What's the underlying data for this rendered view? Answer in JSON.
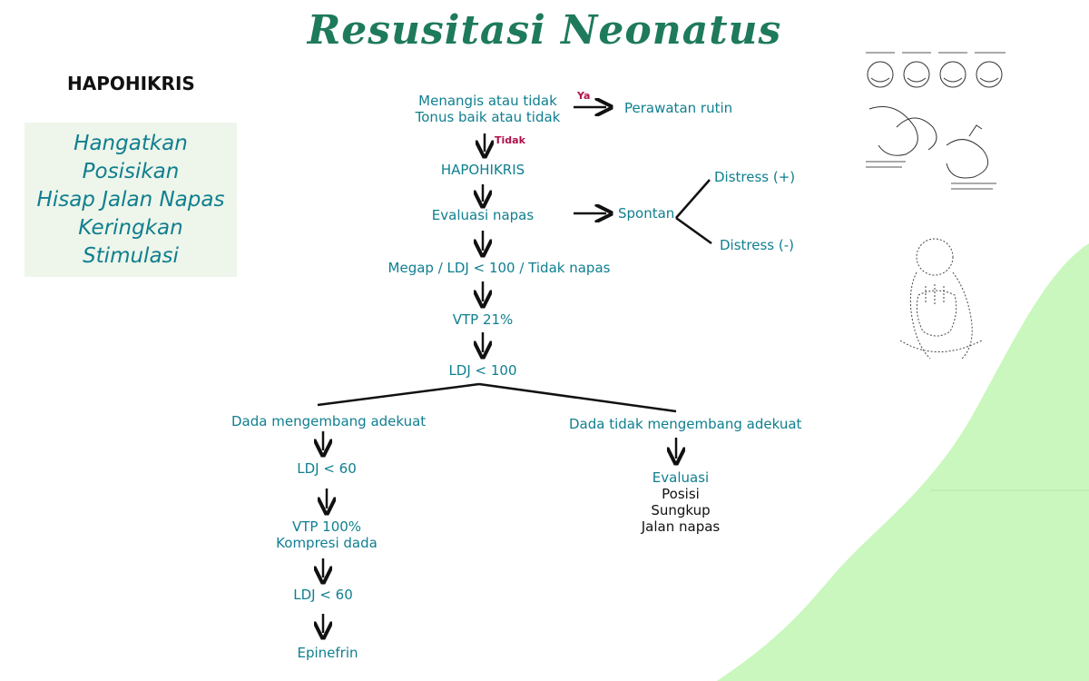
{
  "title": "Resusitasi Neonatus",
  "hapohikris_panel": {
    "heading": "HAPOHIKRIS",
    "items": [
      "Hangatkan",
      "Posisikan",
      "Hisap Jalan Napas",
      "Keringkan",
      "Stimulasi"
    ]
  },
  "flow": {
    "start_line1": "Menangis atau tidak",
    "start_line2": "Tonus baik atau tidak",
    "yes_label": "Ya",
    "no_label": "Tidak",
    "routine_care": "Perawatan rutin",
    "hapohikris": "HAPOHIKRIS",
    "eval_breath": "Evaluasi napas",
    "spontan": "Spontan",
    "distress_pos": "Distress (+)",
    "distress_neg": "Distress (-)",
    "gasping": "Megap / LDJ < 100 / Tidak napas",
    "vtp21": "VTP 21%",
    "ldj100": "LDJ < 100",
    "chest_ok": "Dada mengembang adekuat",
    "chest_not_ok": "Dada tidak mengembang adekuat",
    "ldj60_a": "LDJ < 60",
    "vtp100": "VTP 100%",
    "kompresi": "Kompresi dada",
    "ldj60_b": "LDJ < 60",
    "epinefrin": "Epinefrin",
    "evaluasi": "Evaluasi",
    "posisi": "Posisi",
    "sungkup": "Sungkup",
    "jalan_napas": "Jalan napas"
  },
  "colors": {
    "title": "#1e7a5c",
    "node_text": "#0f7f8f",
    "label_red": "#b0104a",
    "panel_bg": "#eef5ea",
    "blob": "#c9f7bd"
  }
}
